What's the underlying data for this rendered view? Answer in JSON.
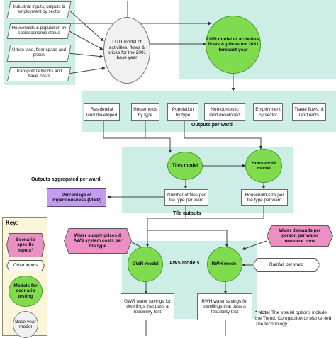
{
  "inputs": {
    "industrial": "Industrial inputs, outputs & employment by sector",
    "households": "Households & population by socioeconomic status",
    "urban_land": "Urban land, floor space and prices",
    "transport": "Transport networks and travel costs"
  },
  "luti_base": "LUTI model of activities, flows & prices for the 2001 base year",
  "luti_forecast": "LUTI model of activities, flows & prices for 2031 forecast year",
  "outputs_per_ward": {
    "heading": "Outputs per ward",
    "items": [
      "Residential land developed",
      "Households by type",
      "Population by type",
      "Non-domestic land developed",
      "Employment by sector",
      "Travel flows, & land rents"
    ]
  },
  "tiles_model": "Tiles model",
  "household_model": "Household model",
  "aggregated_heading": "Outputs aggregated per ward",
  "pimp": "Percentage of imperviousness (PIMP)",
  "tiles_per_type": "Number of tiles per tile type per ward",
  "household_size": "Household-size per tile type per ward",
  "tile_outputs_heading": "Tile outputs",
  "water_supply": "Water supply prices & AWS system costs per tile type",
  "water_demands": "Water demands per person per water resource zone",
  "aws_heading": "AWS models",
  "gwr_model": "GWR model",
  "rwh_model": "RWH model",
  "rainfall": "Rainfall per ward",
  "gwr_savings": "GWR water savings for dwellings that pass a feasibility test",
  "rwh_savings": "RWH water savings for dwellings that pass a feasibility test",
  "key": {
    "title": "Key:",
    "scenario": "Scenario specific inputs*",
    "other": "Other inputs",
    "models": "Models for scenario testing",
    "base": "Base year model"
  },
  "note": {
    "bold": "* Note:",
    "text": "The spatial options include the Trend, Compaction or Market-led. The technology"
  }
}
